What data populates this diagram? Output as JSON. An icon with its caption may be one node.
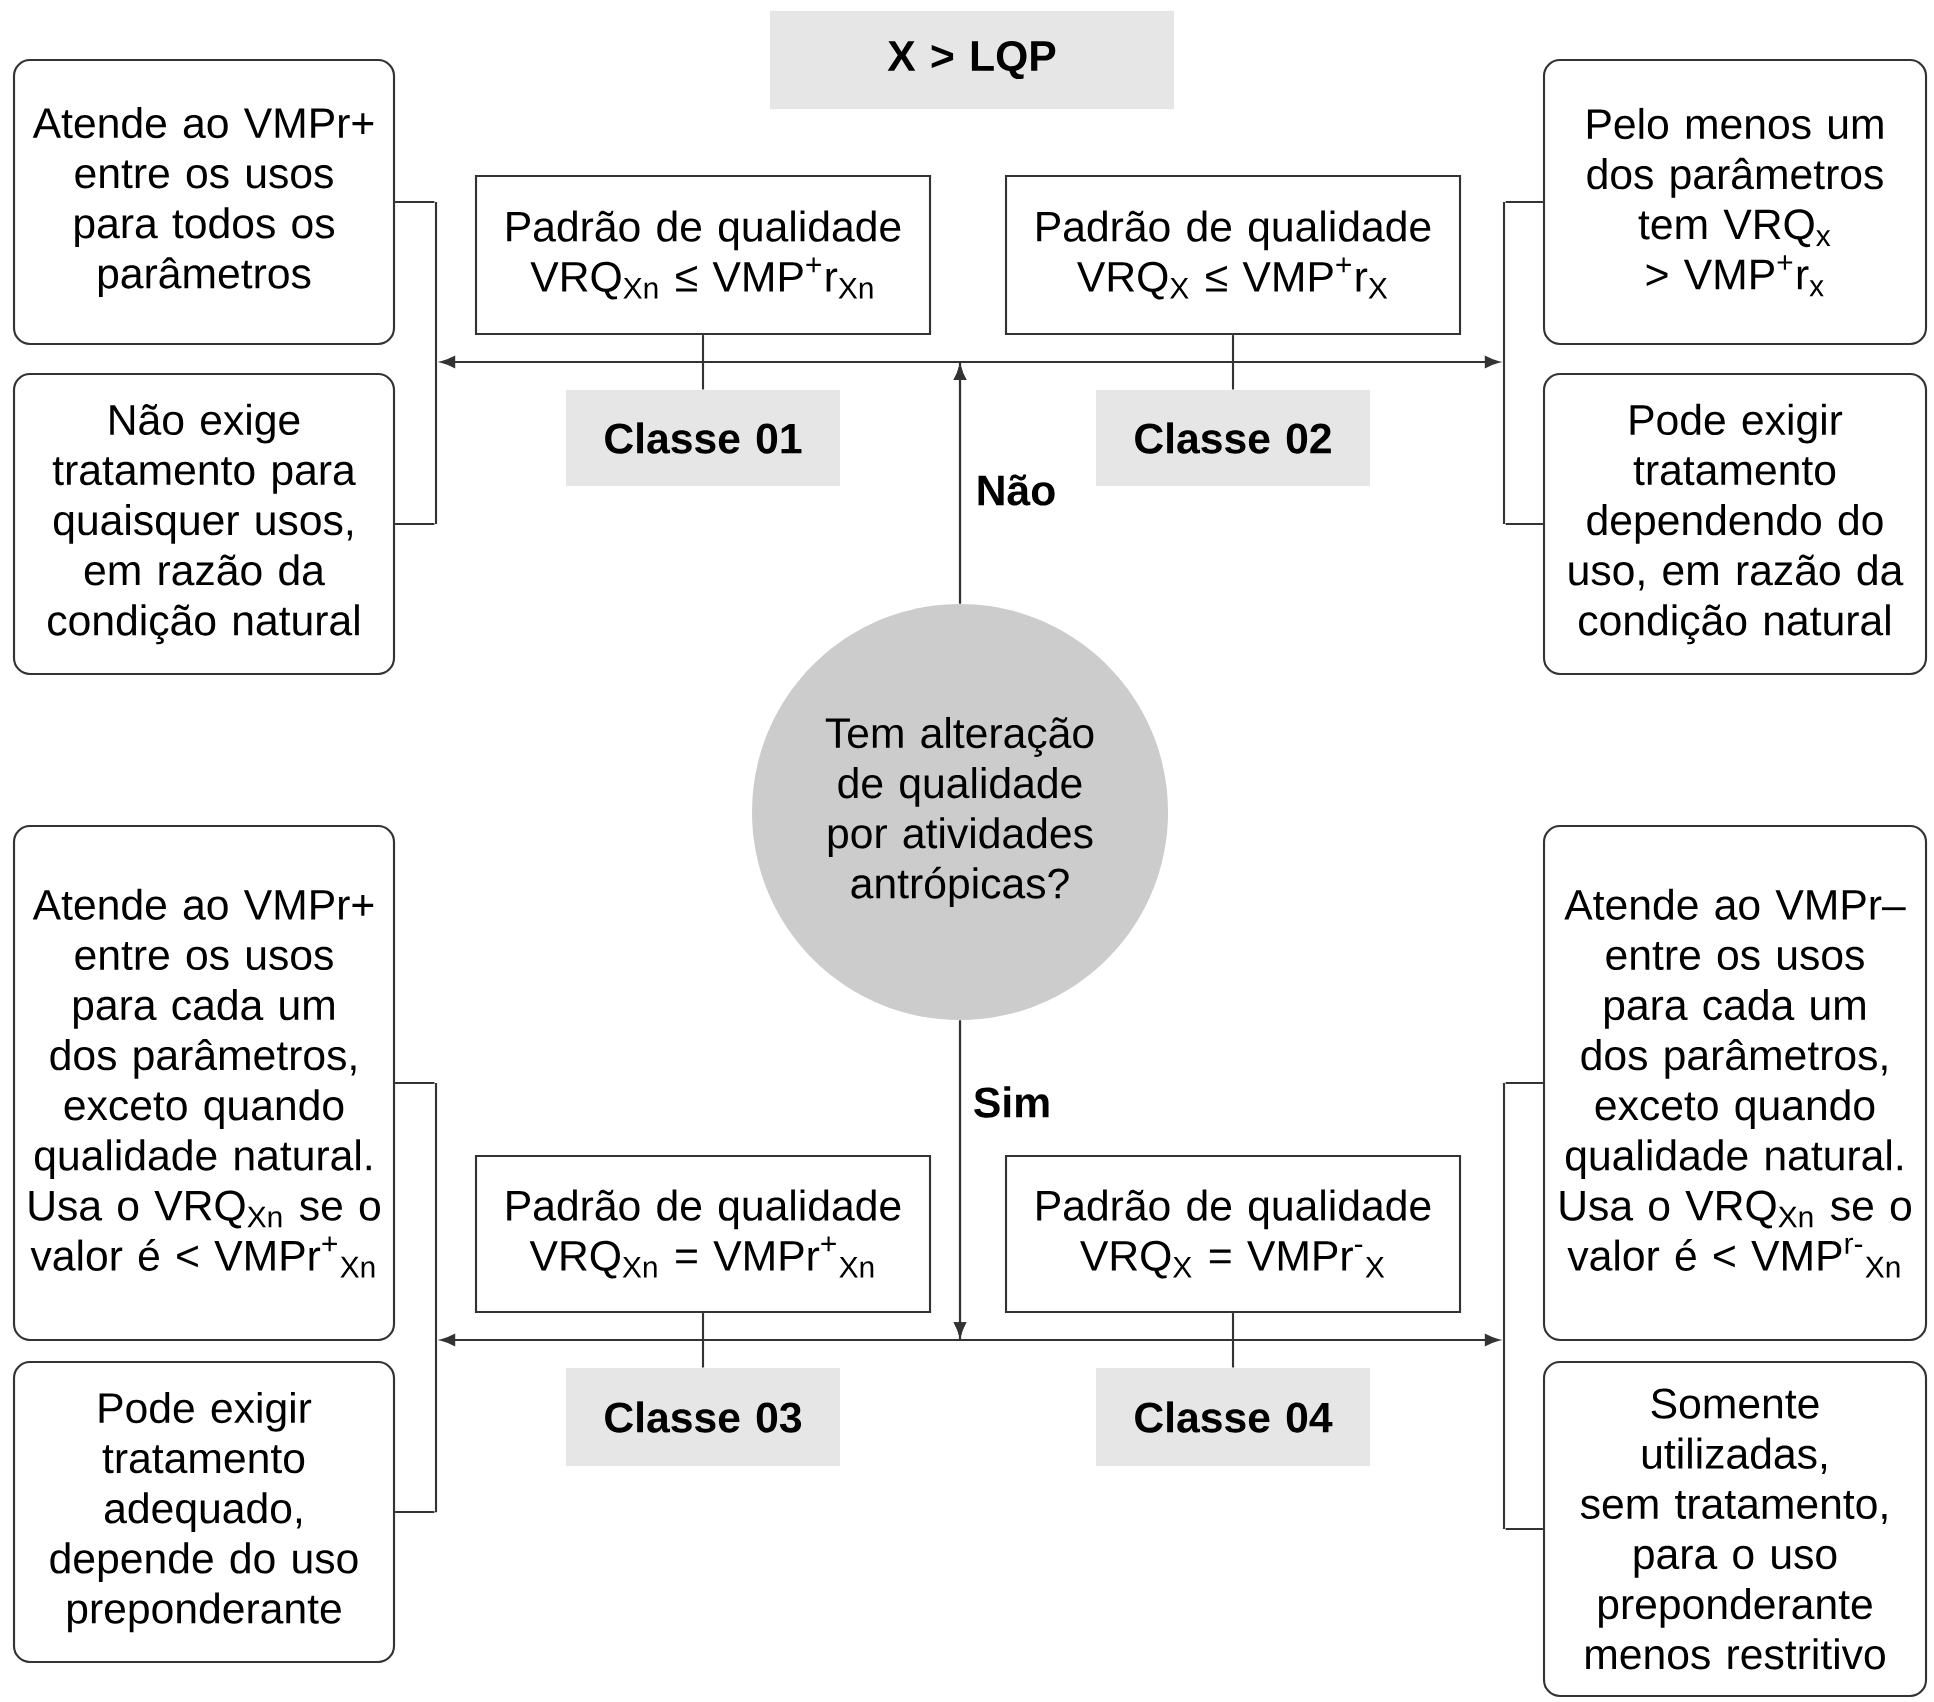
{
  "diagram": {
    "nodes": [
      {
        "text": [
          "X > LQP"
        ]
      },
      {
        "text": [
          "Tem alteração de qualidade por atividades antrópicas?"
        ]
      },
      {
        "text": [
          "Padrão de qualidade",
          "VRQ$_{Xn}$ ≤ VMP$^{+}$r$_{Xn}$"
        ]
      },
      {
        "text": [
          "Classe 01"
        ]
      },
      {
        "text": [
          "Padrão de qualidade",
          "VRQ$_{X}$ ≤ VMP$^{+}$r$_{X}$"
        ]
      },
      {
        "text": [
          "Classe 02"
        ]
      },
      {
        "text": [
          "Padrão de qualidade",
          "VRQ$_{Xn}$ = VMPr$^{+}$$_{Xn}$"
        ]
      },
      {
        "text": [
          "Classe 03"
        ]
      },
      {
        "text": [
          "Padrão de qualidade",
          "VRQ$_{X}$ = VMPr$^{-}$$_{X}$"
        ]
      },
      {
        "text": [
          "Classe 04"
        ]
      },
      {
        "text": [
          "Atende ao VMPr+ entre os usos para todos os parâmetros"
        ]
      },
      {
        "text": [
          "Não exige tratamento para quaisquer usos, em razão da condição natural"
        ]
      },
      {
        "text": [
          "Pelo menos um dos parâmetros tem VRQ$_{x}$ > VMP$^{+}$r$_{x}$"
        ]
      },
      {
        "text": [
          "Pode exigir tratamento dependendo do uso, em razão da condição natural"
        ]
      },
      {
        "text": [
          "Atende ao VMPr+ entre os usos para cada um dos parâmetros, exceto quando qualidade natural. Usa o VRQ$_{Xn}$ se o valor é < VMPr$^{+}$$_{Xn}$"
        ]
      },
      {
        "text": [
          "Pode exigir tratamento adequado, depende do uso preponderante"
        ]
      },
      {
        "text": [
          "Atende ao VMPr– entre os usos para cada um dos parâmetros, exceto quando qualidade natural. Usa o VRQ$_{Xn}$ se o valor é < VMP$^{r-}$$_{Xn}$"
        ]
      },
      {
        "text": [
          "Somente utilizadas, sem tratamento, para o uso preponderante menos restritivo"
        ]
      },
      {
        "text": [],
        "shape": "bar"
      },
      {
        "text": [],
        "shape": "bar"
      },
      {
        "text": [],
        "shape": "bar"
      },
      {
        "text": [],
        "shape": "bar"
      }
    ],
    "edges": [
      {
        "from": 1,
        "to": 18,
        "arrow": "to",
        "label": "Não"
      },
      {
        "from": 1,
        "to": 19,
        "arrow": "to"
      },
      {
        "from": 1,
        "to": 20,
        "arrow": "to",
        "label": "Sim"
      },
      {
        "from": 1,
        "to": 21,
        "arrow": "to"
      },
      {
        "from": 18,
        "to": 10,
        "arrow": "none"
      },
      {
        "from": 18,
        "to": 11,
        "arrow": "none"
      },
      {
        "from": 19,
        "to": 12,
        "arrow": "none"
      },
      {
        "from": 19,
        "to": 13,
        "arrow": "none"
      },
      {
        "from": 20,
        "to": 14,
        "arrow": "none"
      },
      {
        "from": 20,
        "to": 15,
        "arrow": "none"
      },
      {
        "from": 21,
        "to": 16,
        "arrow": "none"
      },
      {
        "from": 21,
        "to": 17,
        "arrow": "none"
      },
      {
        "from": 2,
        "to": 3,
        "arrow": "none"
      },
      {
        "from": 4,
        "to": 5,
        "arrow": "none"
      },
      {
        "from": 6,
        "to": 7,
        "arrow": "none"
      },
      {
        "from": 8,
        "to": 9,
        "arrow": "none"
      }
    ]
  }
}
